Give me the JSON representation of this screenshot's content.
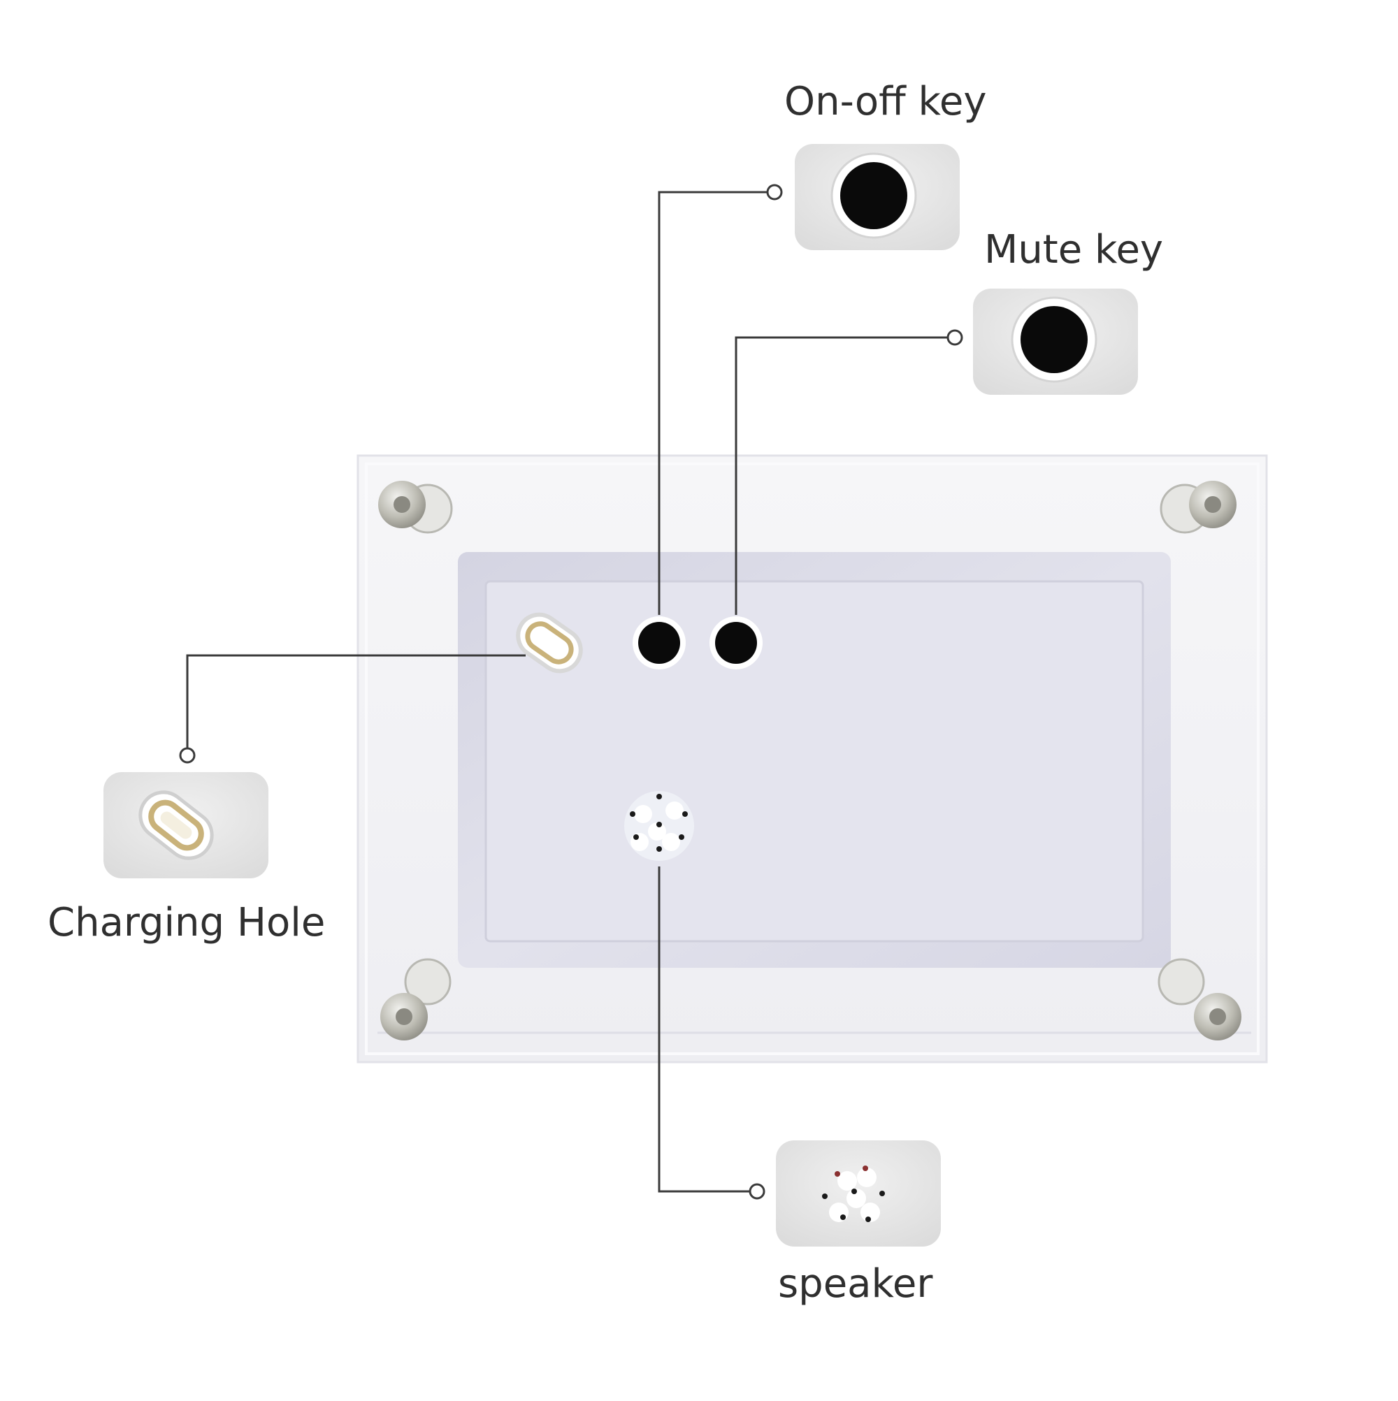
{
  "labels": {
    "on_off_key": "On-off key",
    "mute_key": "Mute key",
    "charging_hole": "Charging Hole",
    "speaker": "speaker"
  },
  "colors": {
    "background": "#ffffff",
    "acrylic_frame": "#f3f4f7",
    "back_panel": "#dcdce8",
    "callout_line": "#3a3a3a",
    "button": "#0a0a0a",
    "usb_port_gold": "#c9b27a",
    "label_text": "#2f2f2f"
  }
}
